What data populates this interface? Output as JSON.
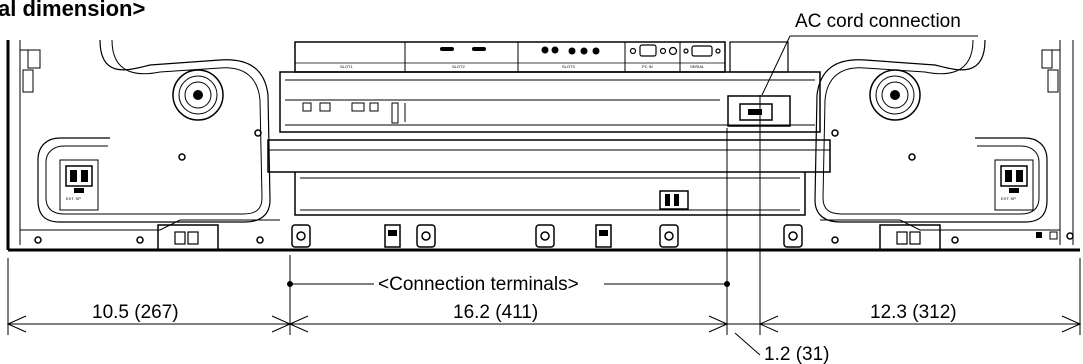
{
  "heading": "al dimension>",
  "callout_ac": "AC cord connection",
  "callout_terminals": "<Connection terminals>",
  "dims": {
    "left": "10.5 (267)",
    "middle": "16.2 (411)",
    "right": "12.3 (312)",
    "offset": "1.2 (31)"
  },
  "slot_labels": [
    "SLOT1",
    "SLOT2",
    "SLOT3",
    "PC IN",
    "SERIAL"
  ],
  "ext_sp_labels": [
    "EXT. SP",
    "EXT. SP"
  ]
}
